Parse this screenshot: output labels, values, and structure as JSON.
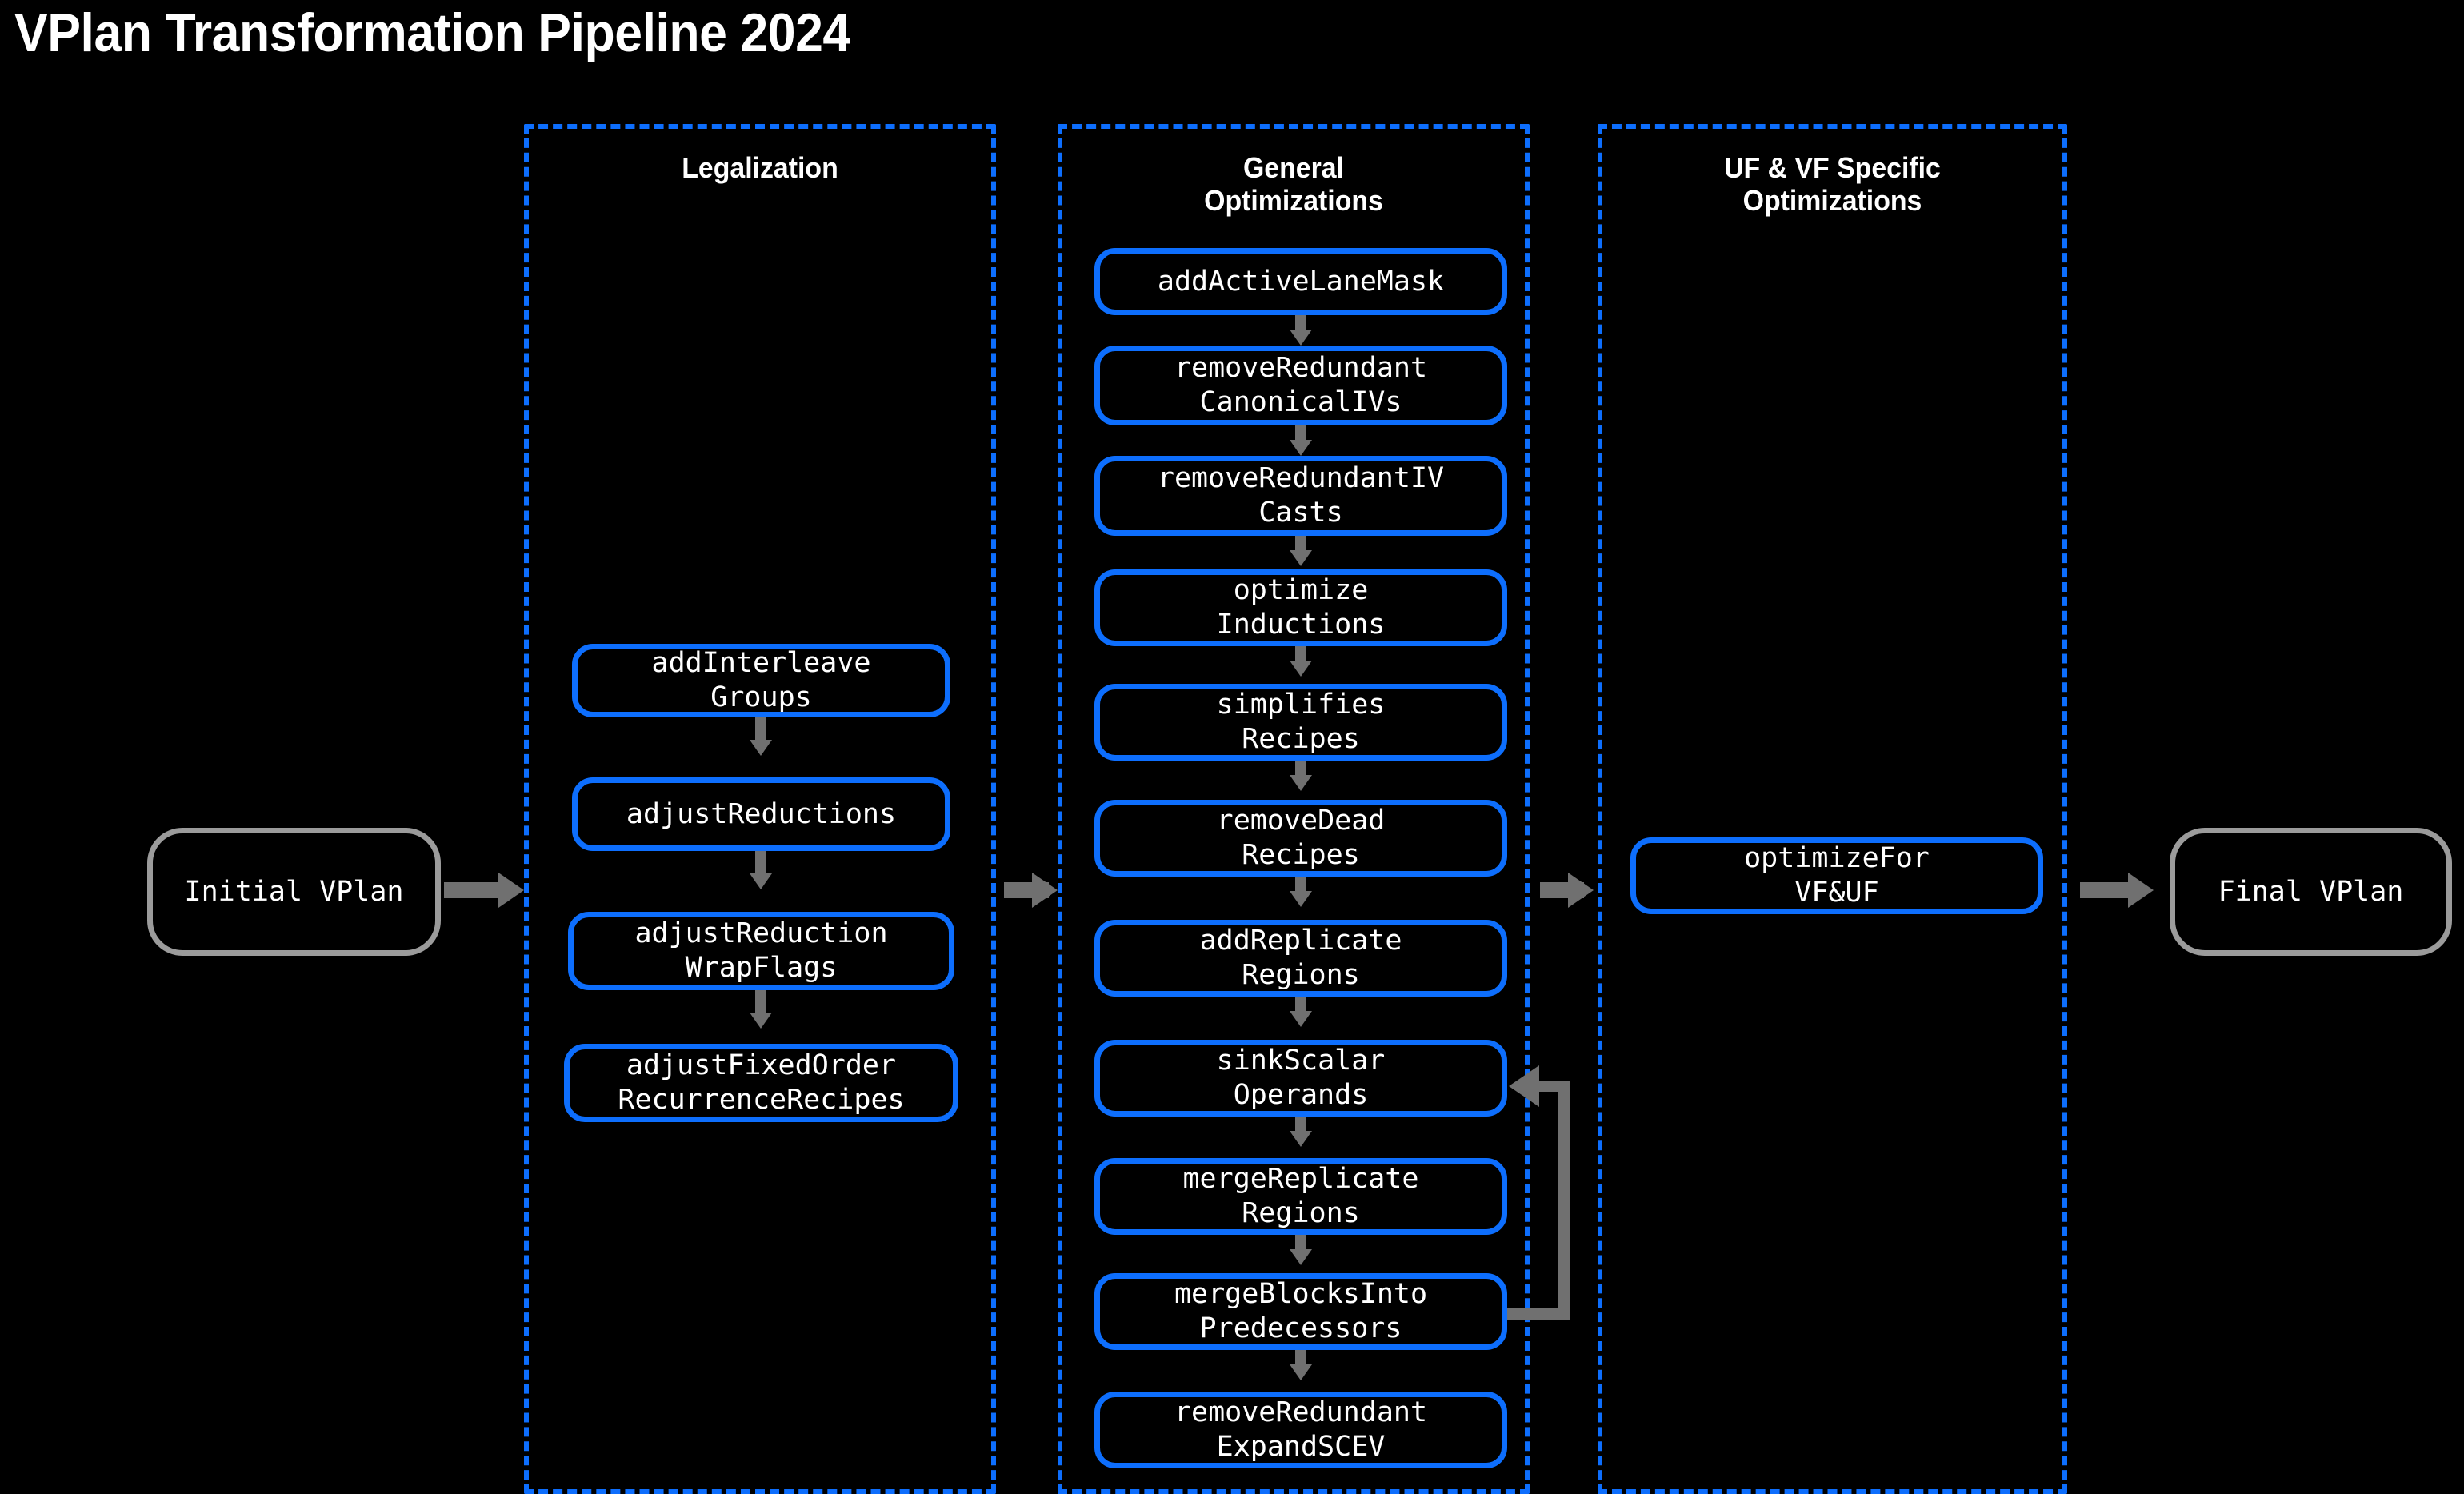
{
  "page": {
    "title": "VPlan Transformation Pipeline 2024",
    "background_color": "#000000",
    "accent_color": "#0d6efd",
    "edge_color": "#707070",
    "terminal_border_color": "#9b9b9b",
    "text_color": "#ffffff"
  },
  "terminals": {
    "start": "Initial VPlan",
    "end": "Final VPlan"
  },
  "clusters": [
    {
      "id": "legalization",
      "label": "Legalization",
      "nodes": [
        {
          "id": "addInterleaveGroups",
          "label": "addInterleave\nGroups"
        },
        {
          "id": "adjustReductions",
          "label": "adjustReductions"
        },
        {
          "id": "adjustReductionWrapFlags",
          "label": "adjustReduction\nWrapFlags"
        },
        {
          "id": "adjustFixedOrderRecurrenceRecipes",
          "label": "adjustFixedOrder\nRecurrenceRecipes"
        }
      ]
    },
    {
      "id": "general-optimizations",
      "label": "General\nOptimizations",
      "nodes": [
        {
          "id": "addActiveLaneMask",
          "label": "addActiveLaneMask"
        },
        {
          "id": "removeRedundantCanonicalIVs",
          "label": "removeRedundant\nCanonicalIVs"
        },
        {
          "id": "removeRedundantIVCasts",
          "label": "removeRedundantIV\nCasts"
        },
        {
          "id": "optimizeInductions",
          "label": "optimize\nInductions"
        },
        {
          "id": "simplifiesRecipes",
          "label": "simplifies\nRecipes"
        },
        {
          "id": "removeDeadRecipes",
          "label": "removeDead\nRecipes"
        },
        {
          "id": "addReplicateRegions",
          "label": "addReplicate\nRegions"
        },
        {
          "id": "sinkScalarOperands",
          "label": "sinkScalar\nOperands"
        },
        {
          "id": "mergeReplicateRegions",
          "label": "mergeReplicate\nRegions"
        },
        {
          "id": "mergeBlocksIntoPredecessors",
          "label": "mergeBlocksInto\nPredecessors"
        },
        {
          "id": "removeRedundantExpandSCEV",
          "label": "removeRedundant\nExpandSCEV"
        }
      ]
    },
    {
      "id": "uf-vf-specific-optimizations",
      "label": "UF & VF Specific\nOptimizations",
      "nodes": [
        {
          "id": "optimizeForVFUF",
          "label": "optimizeFor\nVF&UF"
        }
      ]
    }
  ],
  "edges": {
    "start_to_legalization": "arrow",
    "legalization_to_general": "arrow",
    "general_to_ufvf": "arrow",
    "ufvf_to_end": "arrow",
    "feedback_loop": "mergeBlocksIntoPredecessors -> sinkScalarOperands"
  }
}
